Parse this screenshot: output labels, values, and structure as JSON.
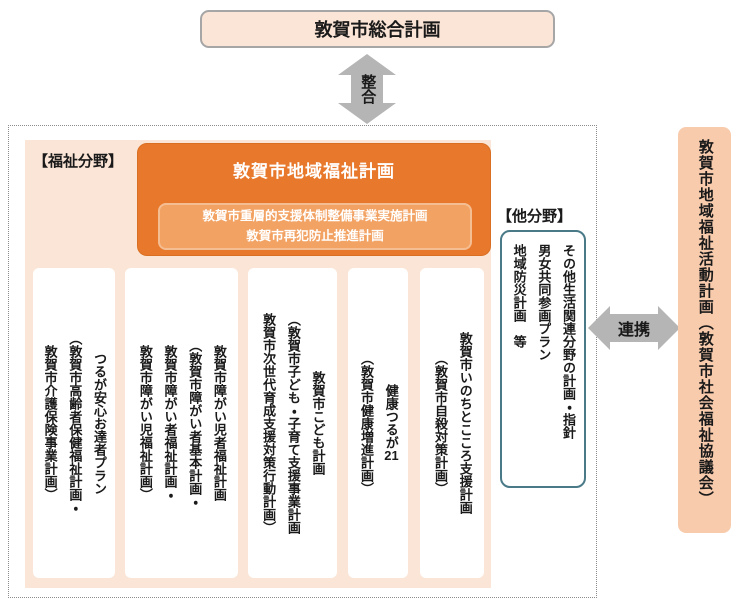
{
  "top_plan": {
    "title": "敦賀市総合計画"
  },
  "arrows": {
    "vertical_label": "整合",
    "horizontal_label": "連携",
    "color": "#b5b5b5"
  },
  "sections": {
    "welfare_label": "【福祉分野】",
    "other_label": "【他分野】"
  },
  "main_plan": {
    "title": "敦賀市地域福祉計画",
    "sub_plans": [
      "敦賀市重層的支援体制整備事業実施計画",
      "敦賀市再犯防止推進計画"
    ]
  },
  "welfare_plans": [
    {
      "lines": [
        "つるが安心お達者プラン",
        "（敦賀市高齢者保健福祉計画・",
        "敦賀市介護保険事業計画）"
      ]
    },
    {
      "lines": [
        "敦賀市障がい児者福祉計画",
        "（敦賀市障がい者基本計画・",
        "敦賀市障がい者福祉計画・",
        "敦賀市障がい児福祉計画）"
      ]
    },
    {
      "lines": [
        "敦賀市こども計画",
        "（敦賀市子ども・子育て支援事業計画",
        "敦賀市次世代育成支援対策行動計画）"
      ]
    },
    {
      "lines": [
        "健康つるが21",
        "（敦賀市健康増進計画）"
      ]
    },
    {
      "lines": [
        "敦賀市いのちとこころ支援計画",
        "（敦賀市自殺対策計画）"
      ]
    }
  ],
  "other_plans": {
    "lines": [
      "その他生活関連分野の計画・指針",
      "男女共同参画プラン",
      "地域防災計画　等"
    ]
  },
  "right_plan": {
    "lines": [
      "敦賀市地域福祉活動計画（敦賀市社会福祉協議会）"
    ]
  },
  "colors": {
    "light_peach": "#FBE5D6",
    "orange": "#E8782C",
    "inner_orange": "#F2A263",
    "salmon": "#F8CBAD",
    "teal_border": "#4a7a88",
    "arrow_gray": "#b5b5b5"
  }
}
